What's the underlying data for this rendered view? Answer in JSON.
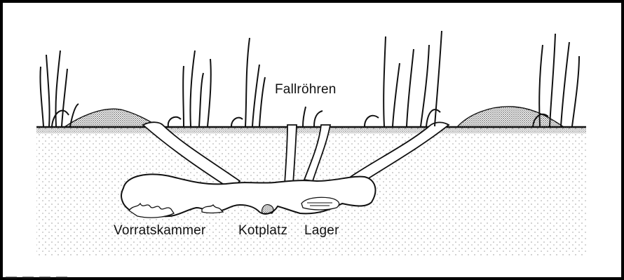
{
  "figure": {
    "labels": {
      "fallroehren": "Fallröhren",
      "vorratskammer": "Vorratskammer",
      "kotplatz": "Kotplatz",
      "lager": "Lager"
    },
    "colors": {
      "ink": "#111111",
      "paper": "#ffffff",
      "frame": "#000000"
    }
  }
}
